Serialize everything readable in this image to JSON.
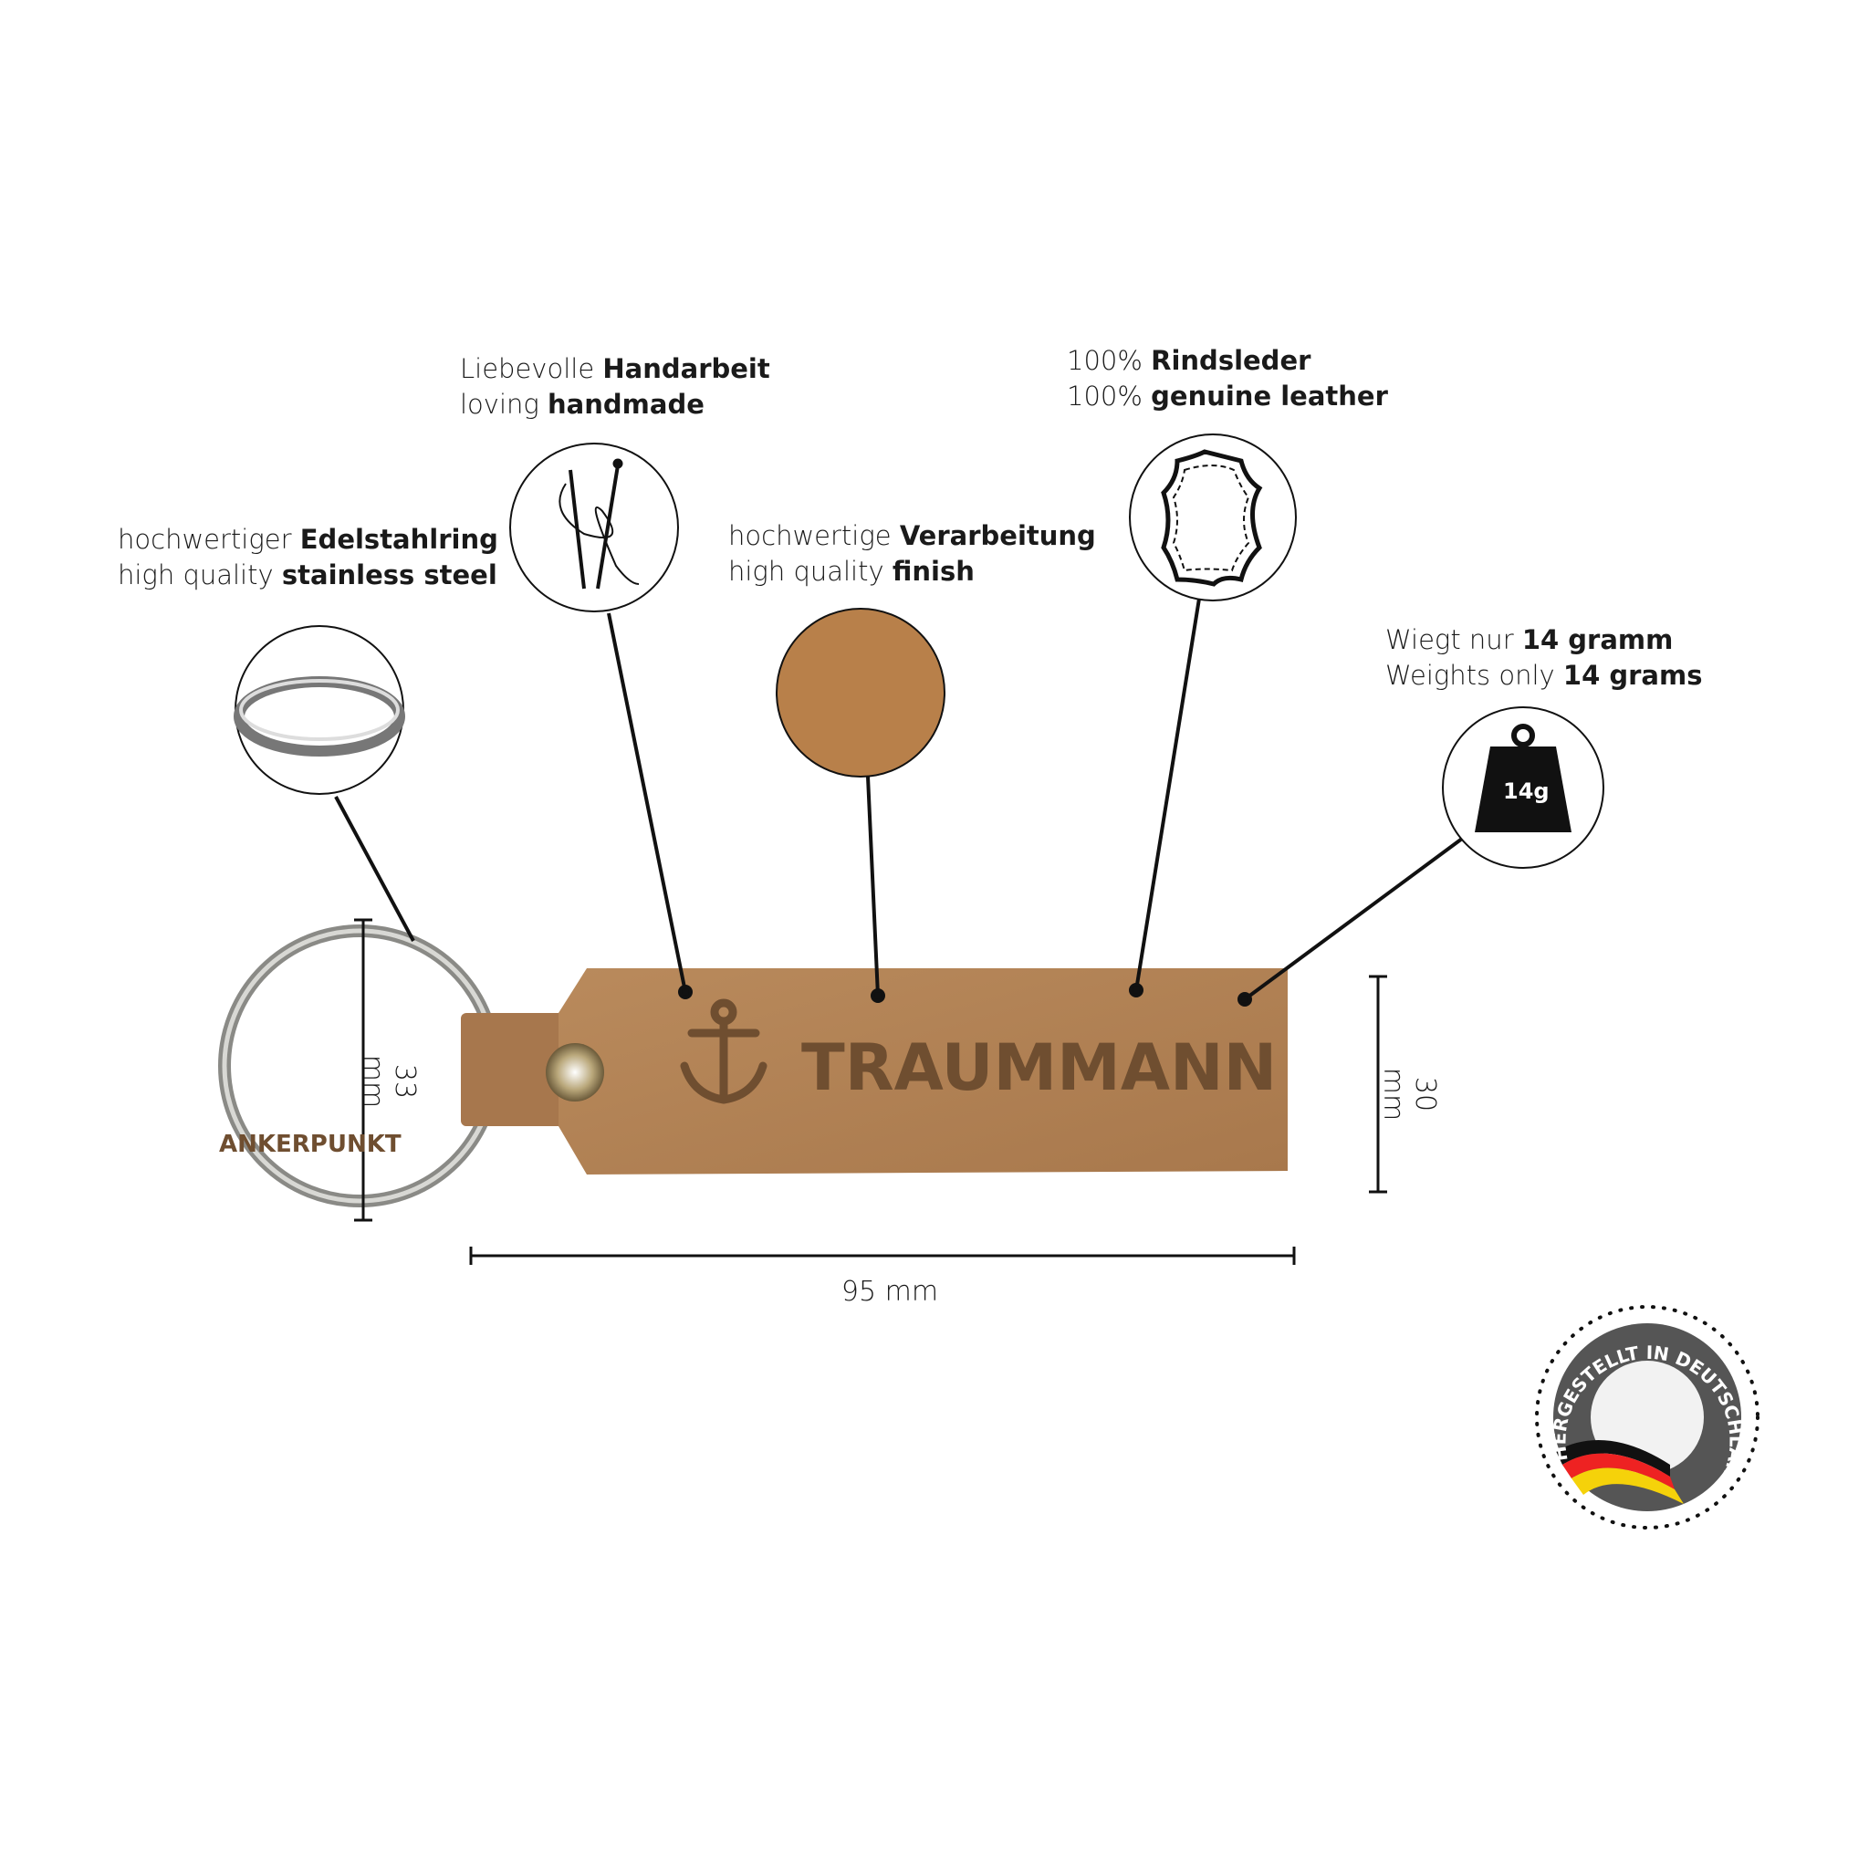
{
  "features": [
    {
      "id": "steel",
      "line1_plain": "hochwertiger ",
      "line1_bold": "Edelstahlring",
      "line2_plain": "high quality ",
      "line2_bold": "stainless steel",
      "icon": "key-ring-icon"
    },
    {
      "id": "handmade",
      "line1_plain": "Liebevolle ",
      "line1_bold": "Handarbeit",
      "line2_plain": "loving ",
      "line2_bold": "handmade",
      "icon": "needle-thread-icon"
    },
    {
      "id": "finish",
      "line1_plain": "hochwertige ",
      "line1_bold": "Verarbeitung",
      "line2_plain": "high quality ",
      "line2_bold": "finish",
      "icon": "leather-texture-icon"
    },
    {
      "id": "leather",
      "line1_plain": "100% ",
      "line1_bold": "Rindsleder",
      "line2_plain": "100% ",
      "line2_bold": "genuine leather",
      "icon": "leather-hide-icon"
    },
    {
      "id": "weight",
      "line1_plain": "Wiegt nur ",
      "line1_bold": "14 gramm",
      "line2_plain": "Weights only ",
      "line2_bold": "14 grams",
      "icon": "weight-icon"
    }
  ],
  "weight_icon_label": "14g",
  "product": {
    "brand": "TRAUMMANN",
    "sub_brand": "ANKERPUNKT"
  },
  "dimensions": {
    "ring": "33 mm",
    "height": "30 mm",
    "length": "95 mm"
  },
  "badge": {
    "text": "HERGESTELLT IN DEUTSCHLAND"
  },
  "colors": {
    "leather": "#b07f52",
    "text": "#1a1a1a"
  }
}
